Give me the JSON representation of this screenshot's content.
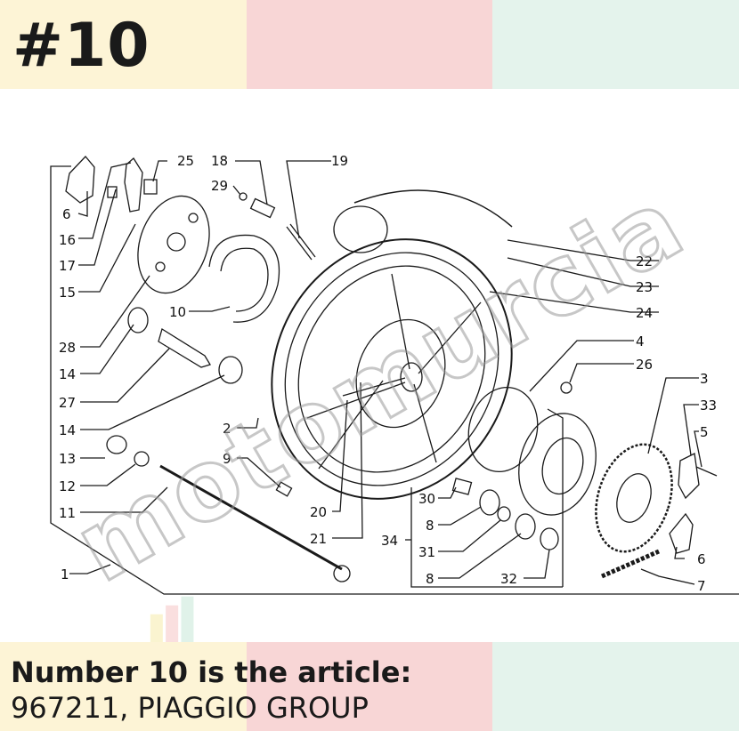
{
  "header": {
    "tag": "#10"
  },
  "caption": {
    "line1": "Number 10 is the article:",
    "line2": "967211, PIAGGIO GROUP"
  },
  "watermark": {
    "text": "motomurcia"
  },
  "colors": {
    "band_yellow": "#fdf4d6",
    "band_pink": "#f8d6d6",
    "band_mint": "#e4f3ec",
    "ink": "#1a1a1a"
  },
  "parts": [
    "6",
    "16",
    "17",
    "15",
    "25",
    "18",
    "19",
    "29",
    "10",
    "28",
    "14",
    "27",
    "14",
    "13",
    "12",
    "11",
    "1",
    "2",
    "9",
    "20",
    "21",
    "22",
    "23",
    "24",
    "4",
    "26",
    "3",
    "33",
    "5",
    "6",
    "7",
    "30",
    "8",
    "31",
    "8",
    "32",
    "34"
  ]
}
